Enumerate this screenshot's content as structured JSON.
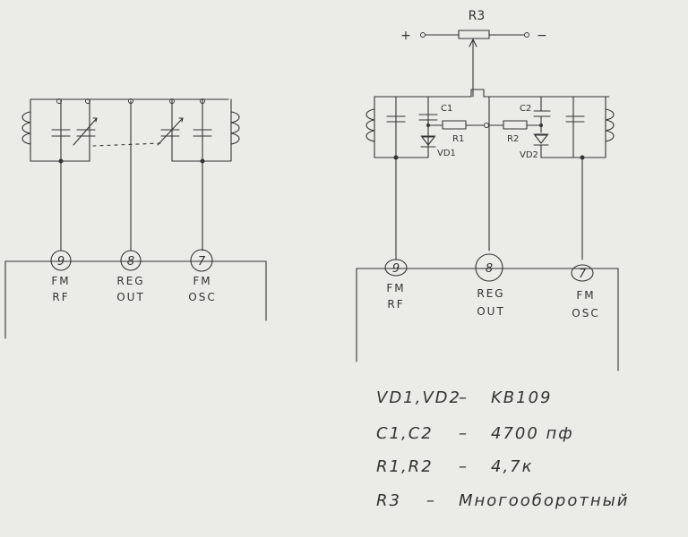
{
  "left_circuit": {
    "pins": [
      {
        "number": "9",
        "name_line1": "FM",
        "name_line2": "RF"
      },
      {
        "number": "8",
        "name_line1": "REG",
        "name_line2": "OUT"
      },
      {
        "number": "7",
        "name_line1": "FM",
        "name_line2": "OSC"
      }
    ]
  },
  "right_circuit": {
    "pot_label": "R3",
    "plus_sign": "+",
    "minus_sign": "−",
    "components": {
      "c1": "C1",
      "c2": "C2",
      "r1": "R1",
      "r2": "R2",
      "vd1": "VD1",
      "vd2": "VD2"
    },
    "pins": [
      {
        "number": "9",
        "name_line1": "FM",
        "name_line2": "RF"
      },
      {
        "number": "8",
        "name_line1": "REG",
        "name_line2": "OUT"
      },
      {
        "number": "7",
        "name_line1": "FM",
        "name_line2": "OSC"
      }
    ]
  },
  "legend": [
    {
      "parts": "VD1,VD2",
      "dash": "–",
      "value": "KB109"
    },
    {
      "parts": "C1,C2",
      "dash": "–",
      "value": "4700 пф"
    },
    {
      "parts": "R1,R2",
      "dash": "–",
      "value": "4,7к"
    },
    {
      "parts": "R3",
      "dash": "–",
      "value": "Многооборотный"
    }
  ]
}
